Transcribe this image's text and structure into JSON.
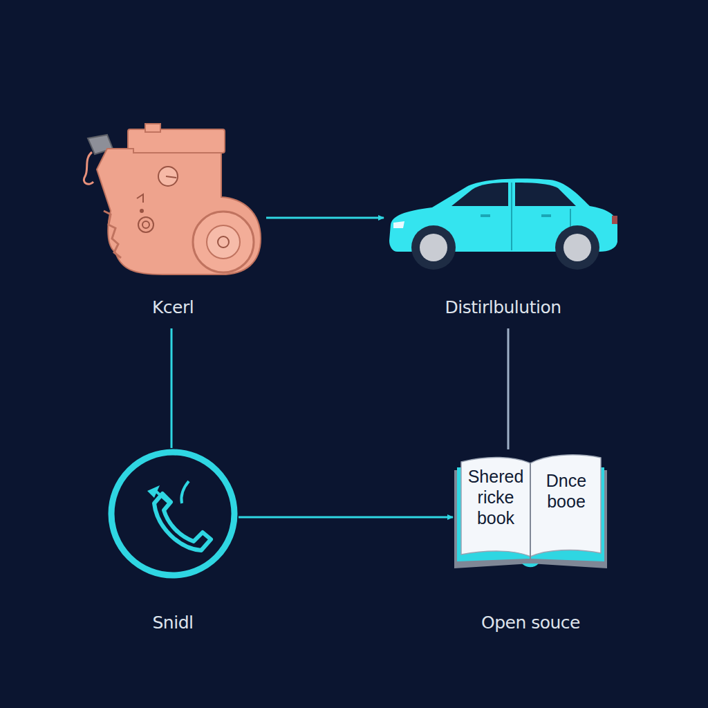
{
  "diagram": {
    "nodes": [
      {
        "text": [
          "Kcerl"
        ]
      },
      {
        "text": [
          "Distirlbulution"
        ]
      },
      {
        "text": [
          "Snidl"
        ]
      },
      {
        "text": [
          "Shered ricke book",
          "Dnce booe",
          "Open souce"
        ]
      }
    ],
    "edges": [
      {
        "from": 0,
        "to": 1,
        "arrow": "to"
      },
      {
        "from": 0,
        "to": 2,
        "arrow": "none"
      },
      {
        "from": 1,
        "to": 3,
        "arrow": "none"
      },
      {
        "from": 2,
        "to": 3,
        "arrow": "to"
      }
    ]
  }
}
